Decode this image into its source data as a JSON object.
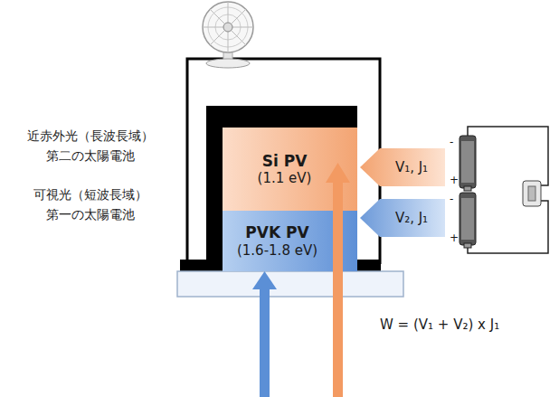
{
  "diagram": {
    "nodes": [
      {
        "text": [
          "Si PV",
          "(1.1 eV)"
        ]
      },
      {
        "text": [
          "PVK PV",
          "(1.6-1.8 eV)"
        ]
      },
      {
        "text": [
          "V₁, J₁"
        ]
      },
      {
        "text": [
          "V₂, J₁"
        ]
      }
    ],
    "labels": [
      "近赤外光（長波長域）",
      "第二の太陽電池",
      "可視光（短波長域）",
      "第一の太陽電池",
      "W = (V₁ + V₂) x J₁",
      "-",
      "+",
      "-",
      "+"
    ]
  }
}
